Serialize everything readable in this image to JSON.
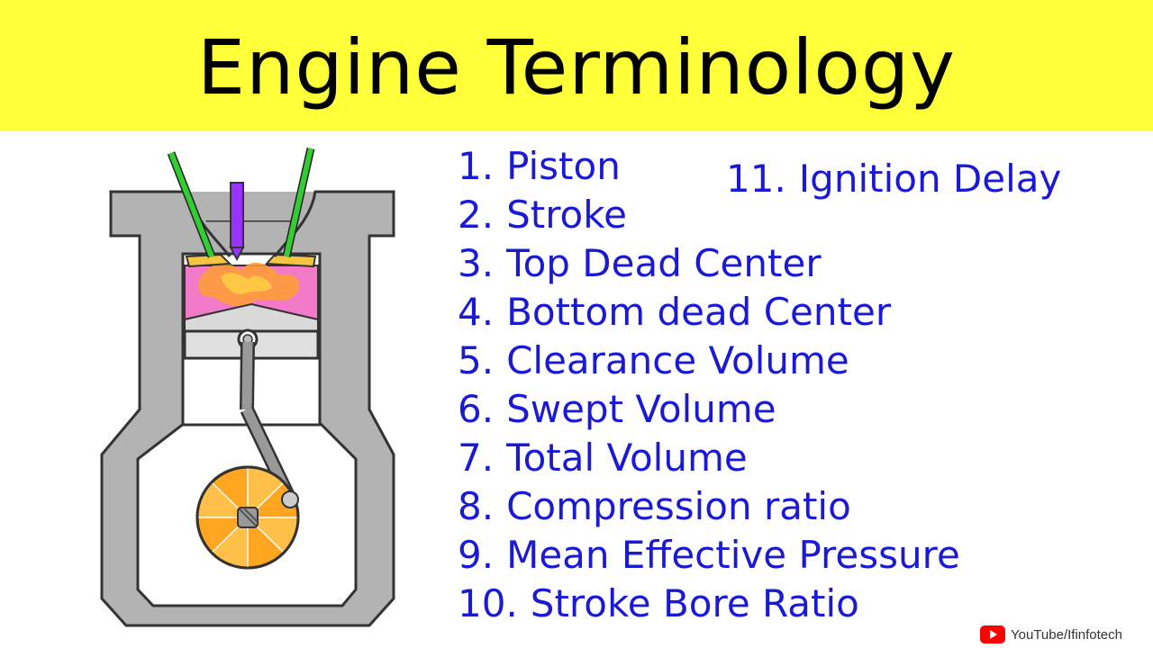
{
  "title": "Engine Terminology",
  "terms": [
    {
      "num": "1.",
      "label": "Piston"
    },
    {
      "num": "2.",
      "label": "Stroke"
    },
    {
      "num": "3.",
      "label": "Top Dead Center"
    },
    {
      "num": "4.",
      "label": "Bottom dead Center"
    },
    {
      "num": "5.",
      "label": "Clearance Volume"
    },
    {
      "num": "6.",
      "label": "Swept Volume"
    },
    {
      "num": "7.",
      "label": "Total Volume"
    },
    {
      "num": "8.",
      "label": "Compression ratio"
    },
    {
      "num": "9.",
      "label": "Mean Effective Pressure"
    },
    {
      "num": "10.",
      "label": "Stroke Bore Ratio"
    },
    {
      "num": "11.",
      "label": "Ignition Delay"
    }
  ],
  "watermark": "YouTube/Ifinfotech",
  "colors": {
    "title_bg": "#ffff3a",
    "term_text": "#1a1ad6",
    "engine_body": "#b3b3b3",
    "chamber": "#f27ac8",
    "valve": "#33cc33",
    "injector": "#9933ff",
    "crank_wheel": "#ffa520"
  }
}
